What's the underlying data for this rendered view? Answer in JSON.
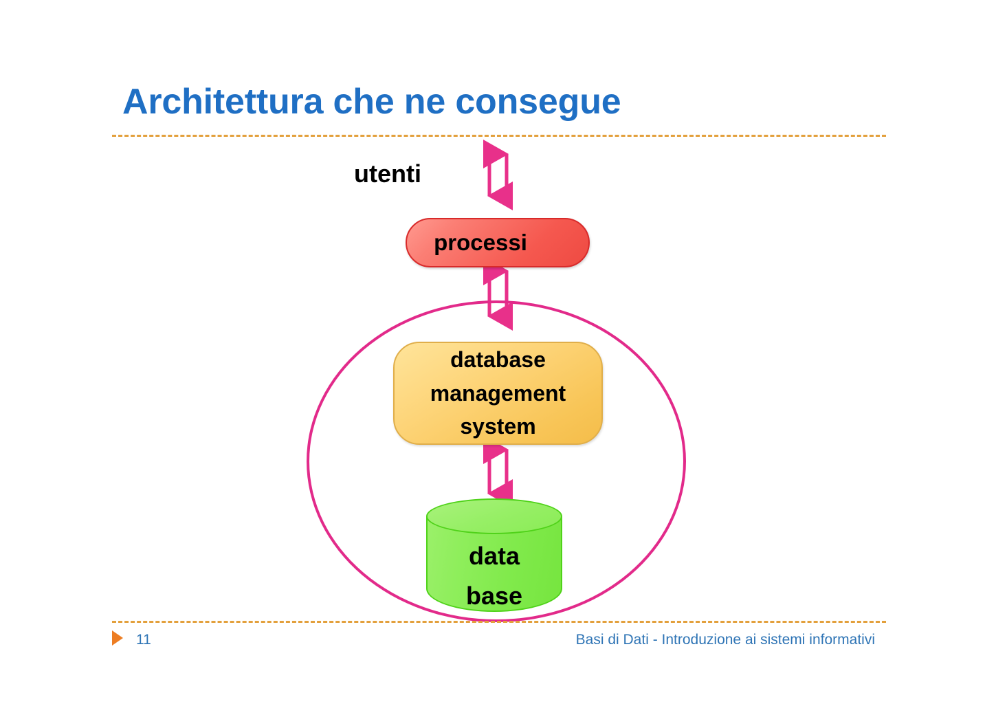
{
  "slide": {
    "title": "Architettura che ne consegue",
    "page_number": "11",
    "footer_text": "Basi di Dati - Introduzione ai sistemi informativi",
    "title_color": "#1F6FC4",
    "rule_color": "#E3A03C",
    "footer_color": "#2E74B5",
    "bullet_color": "#ED7D23"
  },
  "diagram": {
    "type": "architecture-block-diagram",
    "boundary": {
      "shape": "ellipse",
      "stroke_color": "#E22A8A",
      "label": ""
    },
    "nodes": [
      {
        "id": "utenti",
        "label": "utenti",
        "shape": "text-label",
        "fill_color": "none"
      },
      {
        "id": "processi",
        "label": "processi",
        "shape": "rounded-pill",
        "fill_color": "#F5584F",
        "border_color": "#D82A2A"
      },
      {
        "id": "dbms",
        "label_lines": [
          "database",
          "management",
          "system"
        ],
        "shape": "rounded-rectangle",
        "fill_color": "#F8C557",
        "border_color": "#E0AE4A"
      },
      {
        "id": "database",
        "label_lines": [
          "data",
          "base"
        ],
        "shape": "cylinder",
        "fill_color": "#81EA4C",
        "border_color": "#4FD219"
      }
    ],
    "connectors": [
      {
        "id": "utenti-processi",
        "from": "utenti",
        "to": "processi",
        "style": "bidirectional-pair",
        "color": "#E8308A"
      },
      {
        "id": "processi-dbms",
        "from": "processi",
        "to": "dbms",
        "style": "bidirectional-pair",
        "color": "#E8308A"
      },
      {
        "id": "dbms-database",
        "from": "dbms",
        "to": "database",
        "style": "bidirectional-pair",
        "color": "#E8308A"
      }
    ]
  }
}
